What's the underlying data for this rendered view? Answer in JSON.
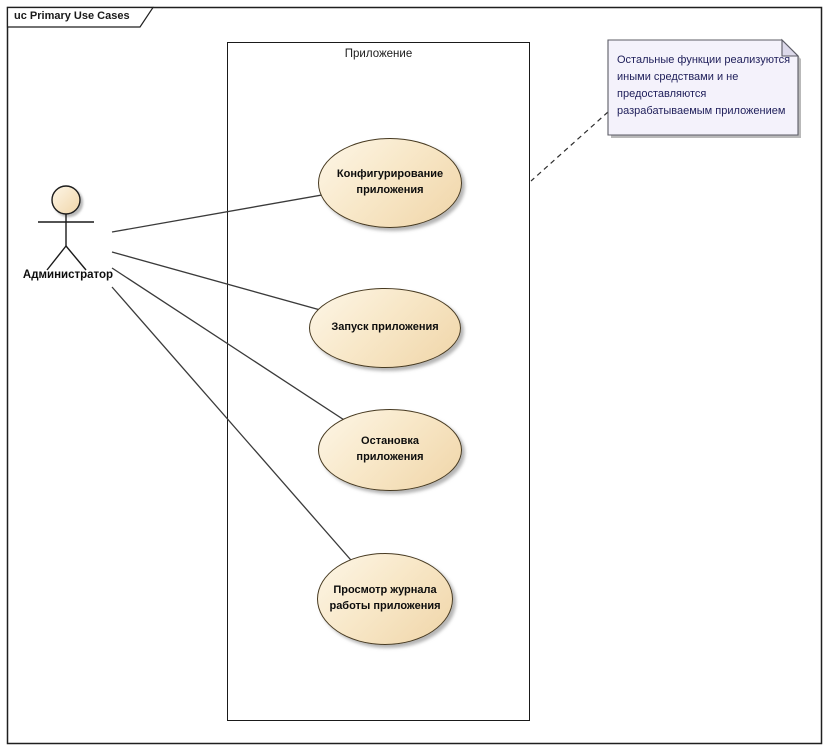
{
  "frame": {
    "label": "uc Primary Use Cases"
  },
  "boundary": {
    "title": "Приложение"
  },
  "actor": {
    "name": "Администратор"
  },
  "use_cases": [
    {
      "label": "Конфигурирование приложения"
    },
    {
      "label": "Запуск приложения"
    },
    {
      "label": "Остановка приложения"
    },
    {
      "label": "Просмотр журнала работы приложения"
    }
  ],
  "note": {
    "text": "Остальные функции реализуются иными средствами и не предоставляются разрабатываемым приложением",
    "lines": [
      "Остальные функции реализуются",
      "иными средствами и не",
      "предоставляются",
      "разрабатываемым приложением"
    ]
  },
  "colors": {
    "ellipse_fill_light": "#fdf6e7",
    "ellipse_fill_dark": "#f0d5a8",
    "ellipse_border": "#473a21",
    "note_background": "#f4f2fb",
    "note_fold": "#dcd9ea",
    "note_text": "#21215c",
    "connector": "#3a3a3a",
    "frame_border": "#1f1f1f"
  }
}
